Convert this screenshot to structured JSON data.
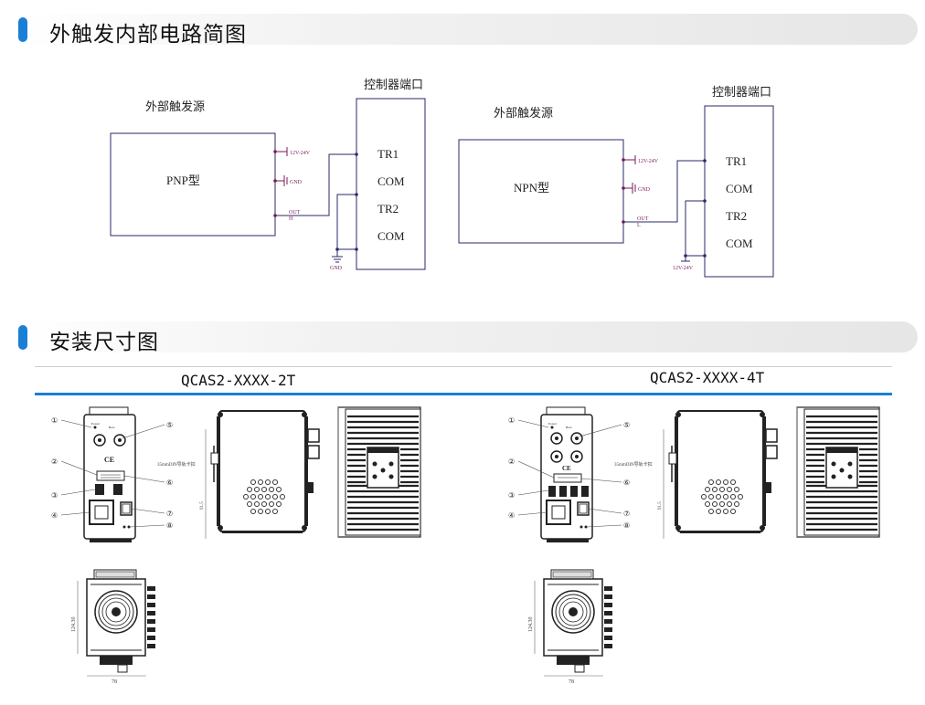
{
  "section1": {
    "title": "外触发内部电路简图"
  },
  "section2": {
    "title": "安装尺寸图"
  },
  "pnp": {
    "source_label": "外部触发源",
    "box_label": "PNP型",
    "controller_label": "控制器端口",
    "pin_12v": "12V-24V",
    "pin_gnd": "GND",
    "pin_out": "OUT",
    "pin_out_level": "H",
    "ground_label": "GND",
    "ports": [
      "TR1",
      "COM",
      "TR2",
      "COM"
    ]
  },
  "npn": {
    "source_label": "外部触发源",
    "box_label": "NPN型",
    "controller_label": "控制器端口",
    "pin_12v": "12V-24V",
    "pin_gnd": "GND",
    "pin_out": "OUT",
    "pin_out_level": "L",
    "supply_label": "12V-24V",
    "ports": [
      "TR1",
      "COM",
      "TR2",
      "COM"
    ]
  },
  "models": {
    "left": "QCAS2-XXXX-2T",
    "right": "QCAS2-XXXX-4T"
  },
  "callouts": [
    "①",
    "②",
    "③",
    "④",
    "⑤",
    "⑥",
    "⑦",
    "⑧"
  ],
  "front_panel": {
    "power": "Power",
    "knob_label": "Bero",
    "ce": "CE"
  },
  "dims": {
    "height_side": "91.5",
    "bottom_height": "124.30",
    "bottom_width": "78",
    "rail": "35mmDIN导轨卡扣"
  },
  "colors": {
    "accent": "#1a7fd6",
    "line": "#2a2a6a",
    "lead": "#7a1a5a"
  }
}
